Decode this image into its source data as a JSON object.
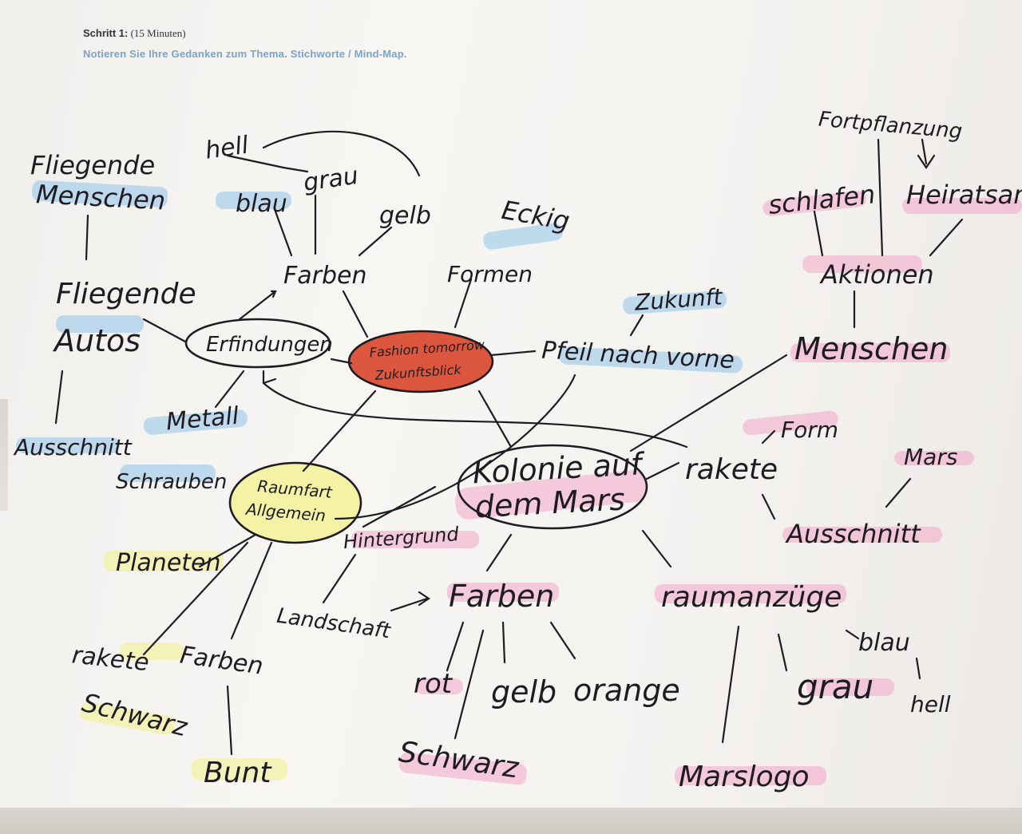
{
  "header": {
    "step_label": "Schritt 1:",
    "step_time": "(15 Minuten)",
    "instruction": "Notieren Sie Ihre Gedanken zum Thema. Stichworte / Mind-Map."
  },
  "mindmap": {
    "center": "Fashion tomorrow Zukunftsblick",
    "center_line1": "Fashion tomorrow",
    "center_line2": "Zukunftsblick",
    "erfindungen": "Erfindungen",
    "fliegende_autos": "Fliegende Autos",
    "fliegende_autos_l1": "Fliegende",
    "fliegende_autos_l2": "Autos",
    "fliegende_menschen_l1": "Fliegende",
    "fliegende_menschen_l2": "Menschen",
    "ausschnitt_left": "Ausschnitt",
    "metall": "Metall",
    "schrauben": "Schrauben",
    "farben_top": "Farben",
    "hell_top": "hell",
    "blau_top": "blau",
    "grau_top": "grau",
    "gelb_top": "gelb",
    "formen": "Formen",
    "eckig": "Eckig",
    "pfeil": "Pfeil nach vorne",
    "zukunft": "Zukunft",
    "aktionen": "Aktionen",
    "fortpflanzung": "Fortpflanzung",
    "schlafen": "schlafen",
    "heiratsantrag": "Heiratsantrag",
    "menschen": "Menschen",
    "raumfahrt_l1": "Raumfart",
    "raumfahrt_l2": "Allgemein",
    "planeten": "Planeten",
    "rakete_left": "rakete",
    "farben_left": "Farben",
    "schwarz_left": "Schwarz",
    "bunt": "Bunt",
    "hintergrund": "Hintergrund",
    "landschaft": "Landschaft",
    "kolonie_l1": "Kolonie auf",
    "kolonie_l2": "dem Mars",
    "rakete_right": "rakete",
    "form": "Form",
    "mars": "Mars",
    "ausschnitt_right": "Ausschnitt",
    "farben_bottom": "Farben",
    "rot": "rot",
    "gelb_bottom": "gelb",
    "orange": "orange",
    "schwarz_bottom": "Schwarz",
    "raumanzuege": "raumanzüge",
    "blau_right": "blau",
    "hell_right": "hell",
    "grau_right": "grau",
    "marslogo": "Marslogo"
  },
  "colors": {
    "highlight_blue": "#8fc3ea",
    "highlight_pink": "#f2a5c9",
    "highlight_yellow": "#f3f08a",
    "center_fill": "#d9452a",
    "ink": "#1e1c22"
  }
}
